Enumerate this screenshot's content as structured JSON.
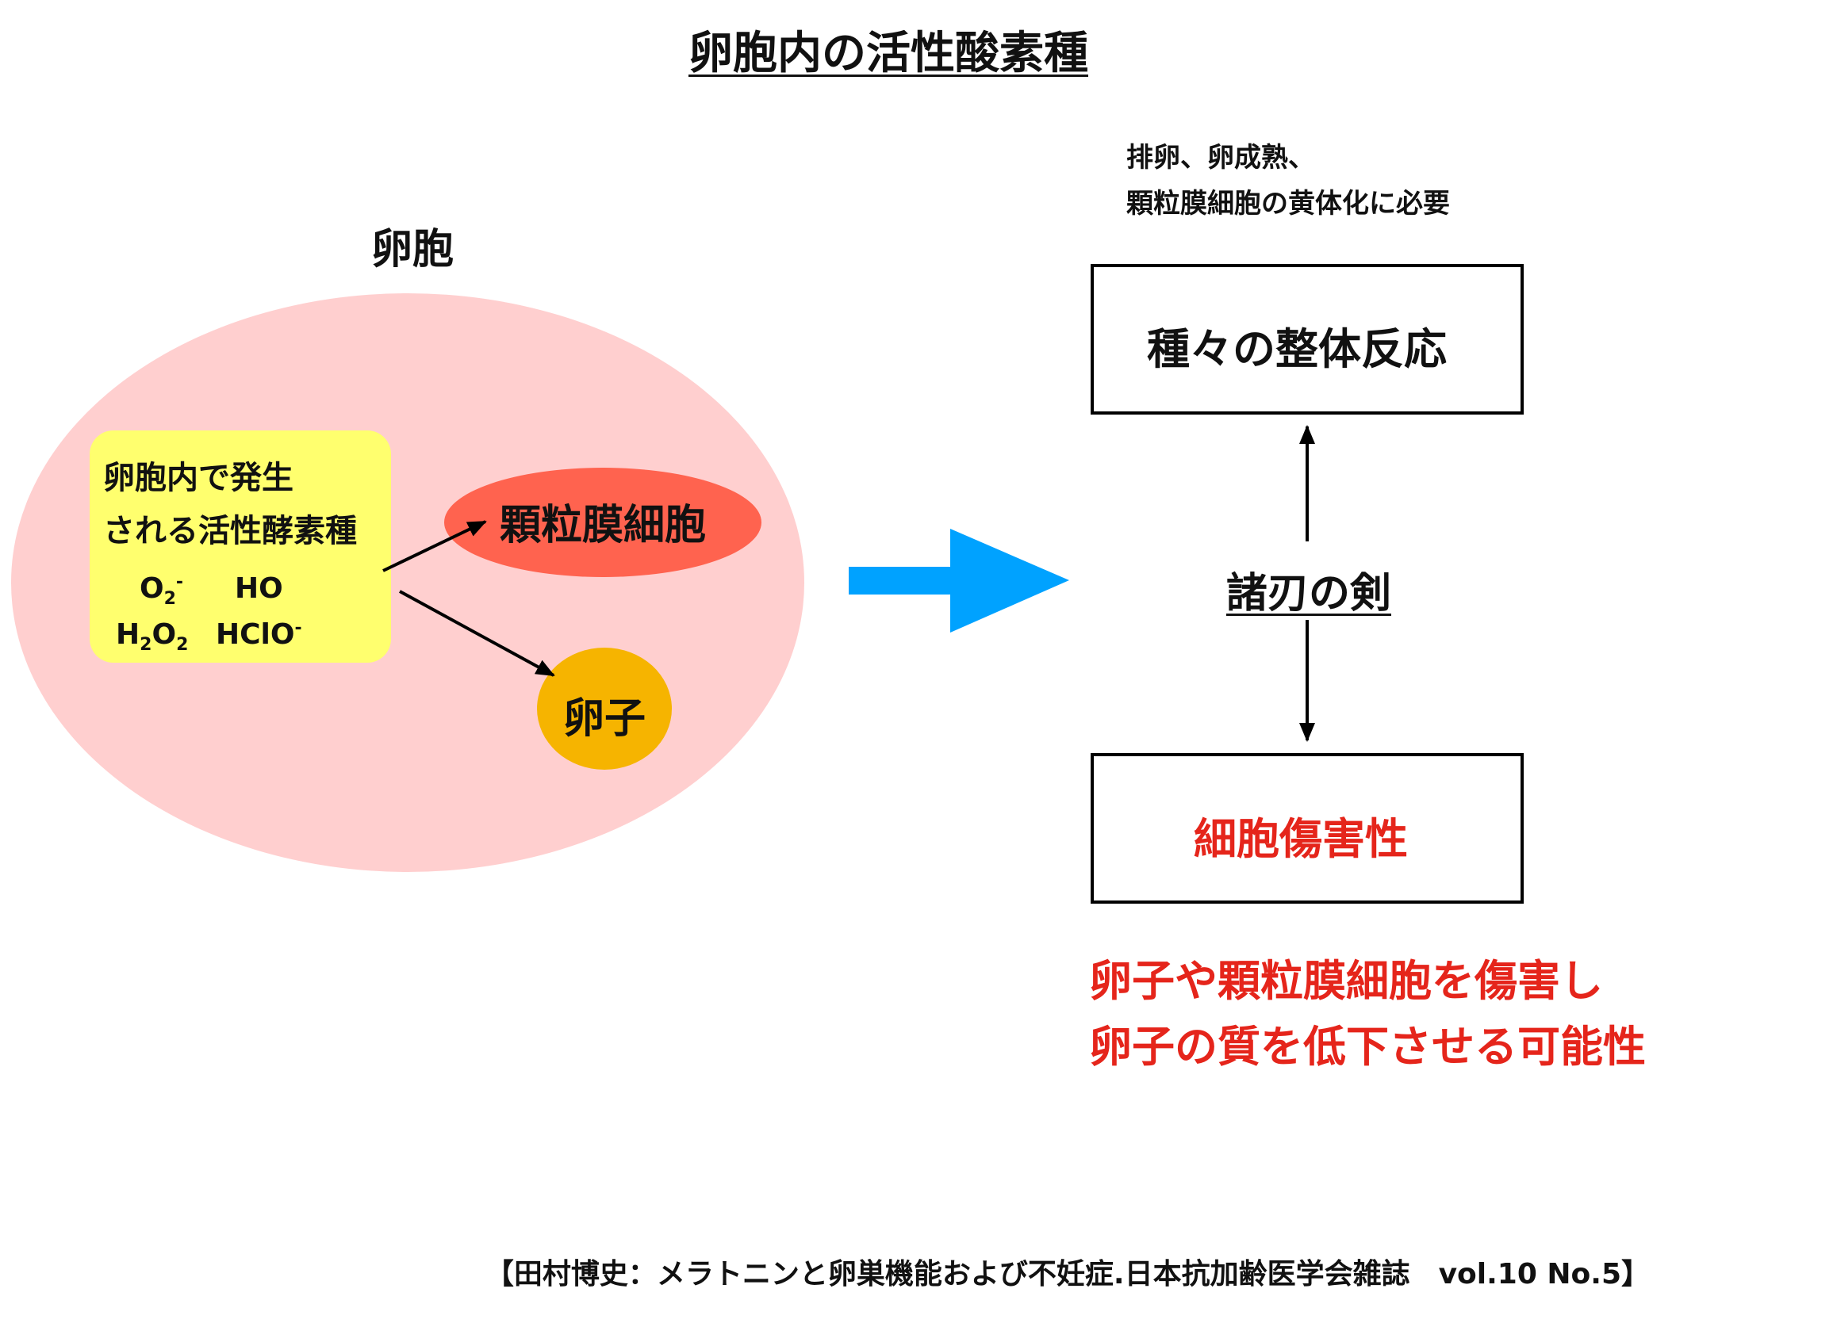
{
  "title": "卵胞内の活性酸素種",
  "left": {
    "follicle_label": "卵胞",
    "ros_box": {
      "line1": "卵胞内で発生",
      "line2": "される活性酵素種",
      "chem": {
        "o2_base": "O",
        "o2_sub": "2",
        "o2_sup": "-",
        "ho": "HO",
        "h2o2_h": "H",
        "h2o2_sub1": "2",
        "h2o2_o": "O",
        "h2o2_sub2": "2",
        "hclo": "HClO",
        "hclo_sup": "-"
      }
    },
    "granulosa_label": "顆粒膜細胞",
    "oocyte_label": "卵子"
  },
  "right": {
    "note_line1": "排卵、卵成熟、",
    "note_line2": "顆粒膜細胞の黄体化に必要",
    "top_box_label": "種々の整体反応",
    "double_edge_label": "諸刃の剣",
    "bottom_box_label": "細胞傷害性",
    "conclusion_line1": "卵子や顆粒膜細胞を傷害し",
    "conclusion_line2": "卵子の質を低下させる可能性"
  },
  "citation": "【田村博史：メラトニンと卵巣機能および不妊症.日本抗加齢医学会雑誌　vol.10 No.5】",
  "colors": {
    "follicle_fill": "#ffcfcf",
    "ros_box_fill": "#ffff6e",
    "granulosa_fill": "#ff634f",
    "oocyte_fill": "#f6b400",
    "big_arrow": "#00a2ff",
    "emphasis_red": "#e5251b"
  }
}
